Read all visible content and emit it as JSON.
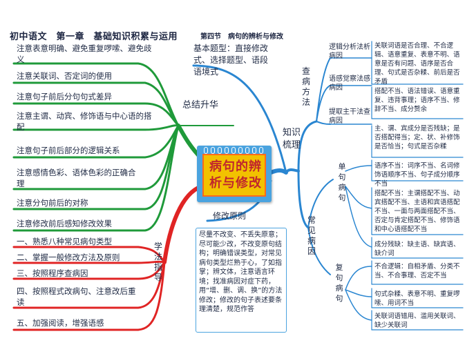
{
  "header": {
    "title": "初中语文　第一章　基础知识积累与运用",
    "section": "第四节　病句的辨析与修改"
  },
  "center": {
    "title": "病句的辨析与修改"
  },
  "summary": {
    "label": "总结升华",
    "items": [
      "注意表意明确、避免重复啰嗦、避免歧义",
      "注意关联词、否定词的使用",
      "注意句子前后分句句式差异",
      "注意主谓、动宾、修饰语与中心语的搭配",
      "注意句子前后部分的逻辑关系",
      "注意感情色彩、语体色彩的正确合理",
      "注意分句前后的对称",
      "注意修改前后感知修改效果"
    ]
  },
  "study": {
    "label": "学法指导",
    "items": [
      "一、熟悉八种常见病句类型",
      "二、掌握一般修改方法及原则",
      "三、按照程序查病因",
      "四、按照程式改病句、注意改后重读",
      "五、加强阅读，增强语感"
    ]
  },
  "basic": {
    "text": "基本题型：直接修改式、选择题型、语段语境式"
  },
  "knowledge": {
    "label": "知识梳理"
  },
  "check": {
    "label": "查病方法",
    "items": [
      {
        "name": "逻辑分析法析病因",
        "desc": "关联词语是否合理、不合逻辑、语意重复、表意不明、语意是否有问题、语序是否合理、句式是否杂糅、前后是否矛盾"
      },
      {
        "name": "语感觉察法感病因",
        "desc": "搭配不当、语法错误、语意重复、违背事理；语序不当、修辞不当、成分赘余"
      },
      {
        "name": "提取主干法查病因",
        "desc": "主、谓、宾成分是否残缺；是否搭配得当；定、状、补修饰是否恰当；句式是否杂糅"
      }
    ]
  },
  "common": {
    "label": "常见病因",
    "single": {
      "label": "单句病句",
      "items": [
        "语序不当：词序不当、名词修饰语顺序不当、句子成分顺序不当",
        "搭配不当：主谓搭配不当、动宾搭配不当、主语和宾语搭配不当、一面与两面搭配不当、否定与肯定搭配不当、修饰语和中心语搭配不当",
        "成分残缺：缺主语、缺宾语、缺介词"
      ]
    },
    "compound": {
      "label": "复句病句",
      "items": [
        "不合逻辑：自相矛盾、分类不当、不合事理、否定不当",
        "句式杂糅、表意不明、重复啰嗦、用词不当",
        "关联词语错用、滥用关联词、缺少关联词"
      ]
    }
  },
  "principle": {
    "label": "修改原则",
    "text": "尽量不改变、不丢失原意；尽可能少改，不改变原句结构；明确错误类型，对常见病句类型烂熟于心，了如指掌；辨文体，注意语言环境；找准病因对症下药，用“增、删、调、换”的方法修改；修改的句子表述要条理清楚，规范作答"
  },
  "colors": {
    "green": "#1f9a3a",
    "red": "#e02424",
    "blue": "#2a86d1",
    "yellow": "#f2c200",
    "title_red": "#c0262d"
  }
}
